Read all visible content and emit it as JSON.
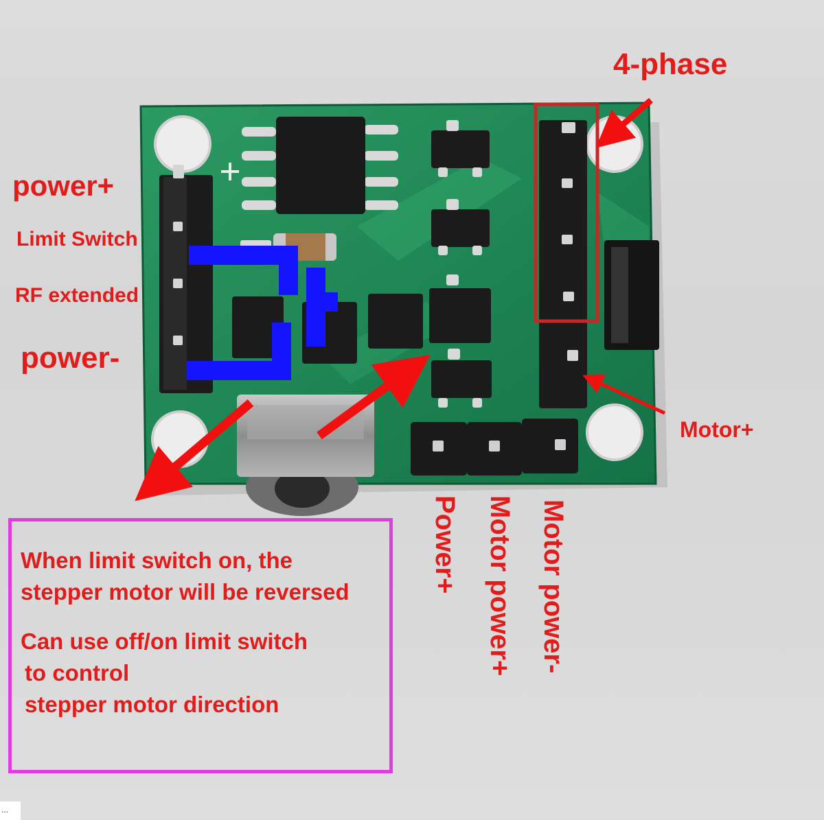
{
  "labels": {
    "four_phase": "4-phase",
    "power_plus": "power+",
    "limit_switch": "Limit Switch",
    "rf_extended": "RF extended",
    "power_minus": "power-",
    "motor_plus": "Motor+",
    "vertical_power_plus": "Power+",
    "vertical_motor_power_plus": "Motor power+",
    "vertical_motor_power_minus": "Motor power-"
  },
  "note": {
    "line1": "When limit switch on, the",
    "line2": "stepper motor will be reversed",
    "line3": "Can use off/on limit switch",
    "line4": "to control",
    "line5": "stepper motor direction"
  },
  "corner_text": "...",
  "colors": {
    "label_red": "#e21b1b",
    "arrow_red": "#f20f0f",
    "box_red": "#c62828",
    "note_box_magenta": "#e03ce0",
    "blue_marking": "#1414ff",
    "pcb_green": "#1f8a5a"
  }
}
